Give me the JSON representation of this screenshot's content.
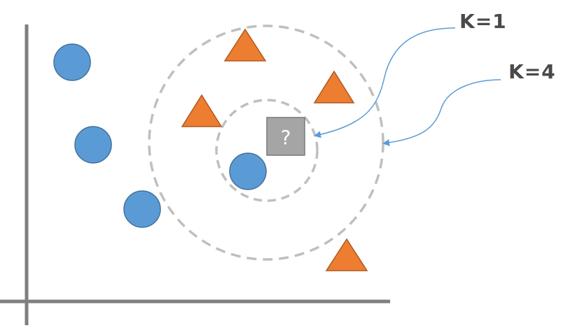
{
  "query_point": {
    "symbol": "?"
  },
  "labels": {
    "k1": "K=1",
    "k4": "K=4"
  },
  "colors": {
    "circle_class": "#5b9bd5",
    "circle_border": "#41719c",
    "triangle_class": "#ed7d31",
    "triangle_border": "#ae5a21",
    "query_fill": "#a5a5a5",
    "query_border": "#787878",
    "neighborhood_ring": "#bfbfbf",
    "callout_arrow": "#5b9bd5",
    "axes": "#7f7f7f"
  },
  "icons": {
    "circle_points": "blue-circle",
    "triangle_points": "orange-triangle",
    "query_point": "gray-square-question"
  }
}
